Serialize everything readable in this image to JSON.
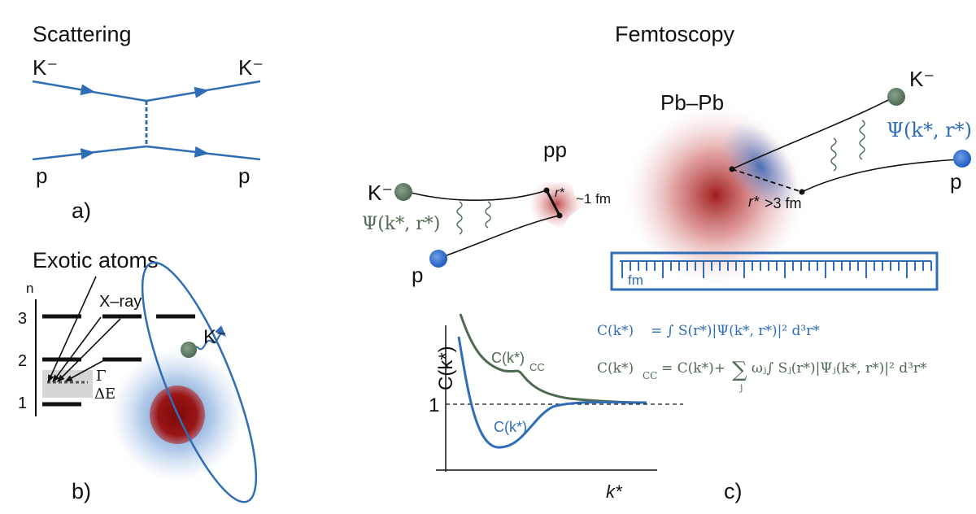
{
  "panels": {
    "scattering": {
      "title": "Scattering",
      "in_top": "K⁻",
      "out_top": "K⁻",
      "in_bottom": "p",
      "out_bottom": "p",
      "tag": "a)"
    },
    "exotic": {
      "title": "Exotic atoms",
      "axis_label": "n",
      "levels": [
        "3",
        "2",
        "1"
      ],
      "xray_label": "X–ray",
      "gamma_label": "Γ",
      "delta_label": "ΔE",
      "kaon_label": "K⁻",
      "tag": "b)"
    },
    "femto": {
      "title": "Femtoscopy",
      "pp": {
        "system": "pp",
        "kaon": "K⁻",
        "proton": "p",
        "wavefunction": "Ψ(k*, r*)",
        "rstar": "r*",
        "size": "~1 fm"
      },
      "pbpb": {
        "system": "Pb–Pb",
        "kaon": "K⁻",
        "proton": "p",
        "wavefunction": "Ψ(k*, r*)",
        "rstar": "r*",
        "size": ">3 fm",
        "ruler_unit": "fm"
      },
      "plot": {
        "ylabel": "C(k*)",
        "xlabel": "k*",
        "one_label": "1",
        "curve_cc": "C(k*)",
        "curve_cc_sub": "CC",
        "curve": "C(k*)"
      },
      "eq1": {
        "lhs": "C(k*)",
        "rhs": "= ∫ S(r*)|Ψ(k*, r*)|² d³r*"
      },
      "eq2": {
        "lhs": "C(k*)",
        "lhs_sub": "CC",
        "rhs_a": "= C(k*)+",
        "sum": "∑",
        "sum_sub": "j",
        "rhs_b": "ωⱼ∫ Sⱼ(r*)|Ψⱼ(k*, r*)|² d³r*"
      },
      "tag": "c)"
    }
  },
  "colors": {
    "blue": "#2f6db5",
    "green": "#4e6b52",
    "dark_red": "#8e1111",
    "ink": "#111111"
  }
}
